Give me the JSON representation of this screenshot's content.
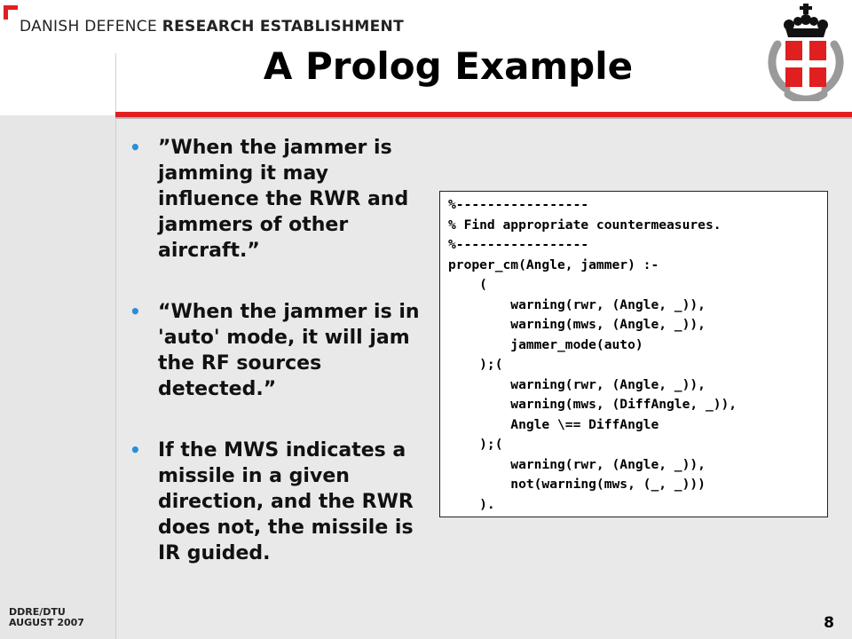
{
  "header": {
    "org_light": "DANISH DEFENCE ",
    "org_bold": "RESEARCH ESTABLISHMENT",
    "title": "A Prolog Example"
  },
  "bullets": [
    "”When the jammer is jamming it may influence the RWR and jammers of other aircraft.”",
    "“When the jammer is in 'auto' mode, it will jam the RF sources detected.”",
    "If the MWS indicates a missile in a given direction, and the RWR does not, the missile is IR guided."
  ],
  "code": "%-----------------\n% Find appropriate countermeasures.\n%-----------------\nproper_cm(Angle, jammer) :-\n    (\n        warning(rwr, (Angle, _)),\n        warning(mws, (Angle, _)),\n        jammer_mode(auto)\n    );(\n        warning(rwr, (Angle, _)),\n        warning(mws, (DiffAngle, _)),\n        Angle \\== DiffAngle\n    );(\n        warning(rwr, (Angle, _)),\n        not(warning(mws, (_, _)))\n    ).",
  "footer": {
    "line1": "DDRE/DTU",
    "line2": "AUGUST 2007",
    "page": "8"
  },
  "colors": {
    "accent_red": "#e02020",
    "bullet_blue": "#2a8fd8"
  },
  "icons": {
    "logo": "ddre-crown-cross-logo",
    "corner": "red-corner-mark"
  }
}
